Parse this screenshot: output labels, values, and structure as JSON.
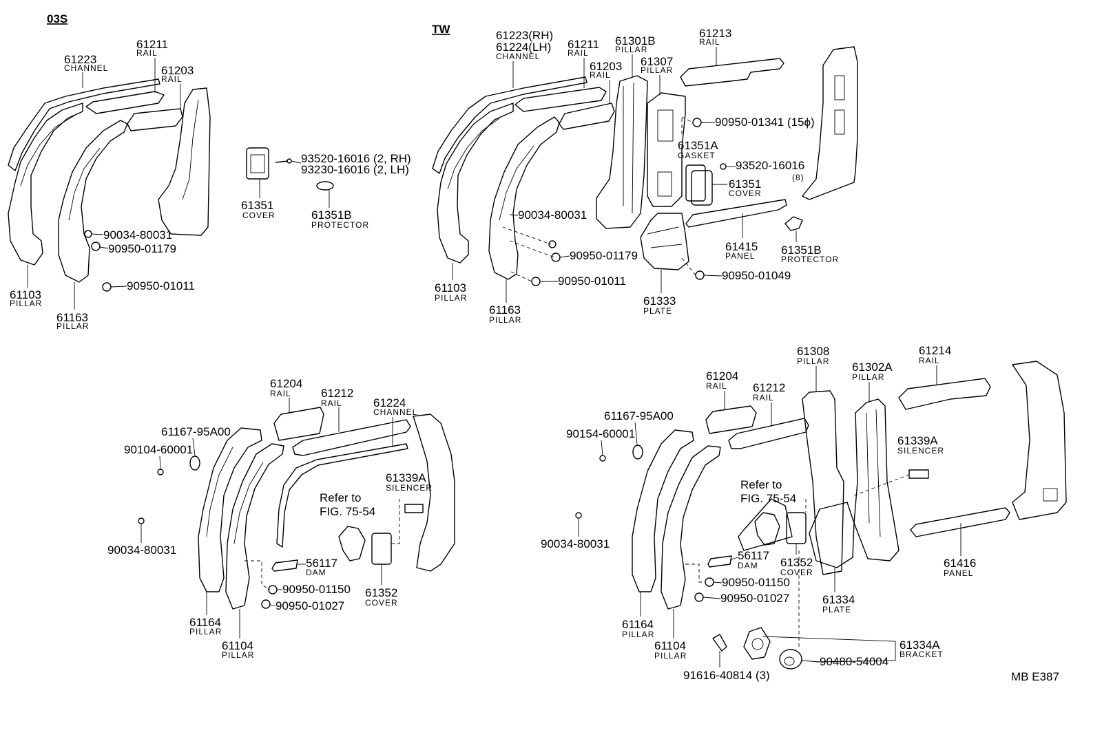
{
  "page": {
    "code": "MB  E387"
  },
  "sections": [
    {
      "id": "03s",
      "label": "03S"
    },
    {
      "id": "tw",
      "label": "TW"
    }
  ],
  "references": [
    {
      "id": "ref-left",
      "line1": "Refer to",
      "line2": "FIG. 75-54"
    },
    {
      "id": "ref-right",
      "line1": "Refer to",
      "line2": "FIG. 75-54"
    }
  ],
  "callouts": [
    {
      "id": "p61223",
      "number": "61223",
      "name": "CHANNEL"
    },
    {
      "id": "p61211",
      "number": "61211",
      "name": "RAIL"
    },
    {
      "id": "p61203",
      "number": "61203",
      "name": "RAIL"
    },
    {
      "id": "p61103",
      "number": "61103",
      "name": "PILLAR"
    },
    {
      "id": "p61163",
      "number": "61163",
      "name": "PILLAR"
    },
    {
      "id": "p90034a",
      "number": "90034-80031",
      "name": ""
    },
    {
      "id": "p90950a",
      "number": "90950-01179",
      "name": ""
    },
    {
      "id": "p90950b",
      "number": "90950-01011",
      "name": ""
    },
    {
      "id": "p93520a",
      "number": "93520-16016 (2, RH)",
      "name": ""
    },
    {
      "id": "p93230a",
      "number": "93230-16016 (2, LH)",
      "name": ""
    },
    {
      "id": "p61351",
      "number": "61351",
      "name": "COVER"
    },
    {
      "id": "p61351b",
      "number": "61351B",
      "name": "PROTECTOR"
    },
    {
      "id": "tw61223",
      "number": "61223(RH)",
      "name": ""
    },
    {
      "id": "tw61224",
      "number": "61224(LH)",
      "name": "CHANNEL"
    },
    {
      "id": "tw61211",
      "number": "61211",
      "name": "RAIL"
    },
    {
      "id": "tw61203",
      "number": "61203",
      "name": "RAIL"
    },
    {
      "id": "tw61301b",
      "number": "61301B",
      "name": "PILLAR"
    },
    {
      "id": "tw61307",
      "number": "61307",
      "name": "PILLAR"
    },
    {
      "id": "tw61213",
      "number": "61213",
      "name": "RAIL"
    },
    {
      "id": "tw90950c",
      "number": "90950-01341 (15ϕ)",
      "name": ""
    },
    {
      "id": "tw61351a",
      "number": "61351A",
      "name": "GASKET"
    },
    {
      "id": "tw93520",
      "number": "93520-16016",
      "name": "(8)"
    },
    {
      "id": "tw61351",
      "number": "61351",
      "name": "COVER"
    },
    {
      "id": "tw90034",
      "number": "90034-80031",
      "name": ""
    },
    {
      "id": "tw90950a",
      "number": "90950-01179",
      "name": ""
    },
    {
      "id": "tw90950b",
      "number": "90950-01011",
      "name": ""
    },
    {
      "id": "tw90950d",
      "number": "90950-01049",
      "name": ""
    },
    {
      "id": "tw61415",
      "number": "61415",
      "name": "PANEL"
    },
    {
      "id": "tw61351b",
      "number": "61351B",
      "name": "PROTECTOR"
    },
    {
      "id": "tw61333",
      "number": "61333",
      "name": "PLATE"
    },
    {
      "id": "tw61103",
      "number": "61103",
      "name": "PILLAR"
    },
    {
      "id": "tw61163",
      "number": "61163",
      "name": "PILLAR"
    },
    {
      "id": "bl61204",
      "number": "61204",
      "name": "RAIL"
    },
    {
      "id": "bl61212",
      "number": "61212",
      "name": "RAIL"
    },
    {
      "id": "bl61224",
      "number": "61224",
      "name": "CHANNEL"
    },
    {
      "id": "bl61167",
      "number": "61167-95A00",
      "name": ""
    },
    {
      "id": "bl90104",
      "number": "90104-60001",
      "name": ""
    },
    {
      "id": "bl90034",
      "number": "90034-80031",
      "name": ""
    },
    {
      "id": "bl61339a",
      "number": "61339A",
      "name": "SILENCER"
    },
    {
      "id": "bl56117",
      "number": "56117",
      "name": "DAM"
    },
    {
      "id": "bl90950a",
      "number": "90950-01150",
      "name": ""
    },
    {
      "id": "bl90950b",
      "number": "90950-01027",
      "name": ""
    },
    {
      "id": "bl61352",
      "number": "61352",
      "name": "COVER"
    },
    {
      "id": "bl61164",
      "number": "61164",
      "name": "PILLAR"
    },
    {
      "id": "bl61104",
      "number": "61104",
      "name": "PILLAR"
    },
    {
      "id": "br61204",
      "number": "61204",
      "name": "RAIL"
    },
    {
      "id": "br61212",
      "number": "61212",
      "name": "RAIL"
    },
    {
      "id": "br61308",
      "number": "61308",
      "name": "PILLAR"
    },
    {
      "id": "br61302a",
      "number": "61302A",
      "name": "PILLAR"
    },
    {
      "id": "br61214",
      "number": "61214",
      "name": "RAIL"
    },
    {
      "id": "br61167",
      "number": "61167-95A00",
      "name": ""
    },
    {
      "id": "br90154",
      "number": "90154-60001",
      "name": ""
    },
    {
      "id": "br90034",
      "number": "90034-80031",
      "name": ""
    },
    {
      "id": "br61339a",
      "number": "61339A",
      "name": "SILENCER"
    },
    {
      "id": "br56117",
      "number": "56117",
      "name": "DAM"
    },
    {
      "id": "br61352",
      "number": "61352",
      "name": "COVER"
    },
    {
      "id": "br90950a",
      "number": "90950-01150",
      "name": ""
    },
    {
      "id": "br90950b",
      "number": "90950-01027",
      "name": ""
    },
    {
      "id": "br61334",
      "number": "61334",
      "name": "PLATE"
    },
    {
      "id": "br61416",
      "number": "61416",
      "name": "PANEL"
    },
    {
      "id": "br61164",
      "number": "61164",
      "name": "PILLAR"
    },
    {
      "id": "br61104",
      "number": "61104",
      "name": "PILLAR"
    },
    {
      "id": "br61334a",
      "number": "61334A",
      "name": "BRACKET"
    },
    {
      "id": "br90480",
      "number": "90480-54004",
      "name": ""
    },
    {
      "id": "br91616",
      "number": "91616-40814 (3)",
      "name": ""
    }
  ]
}
